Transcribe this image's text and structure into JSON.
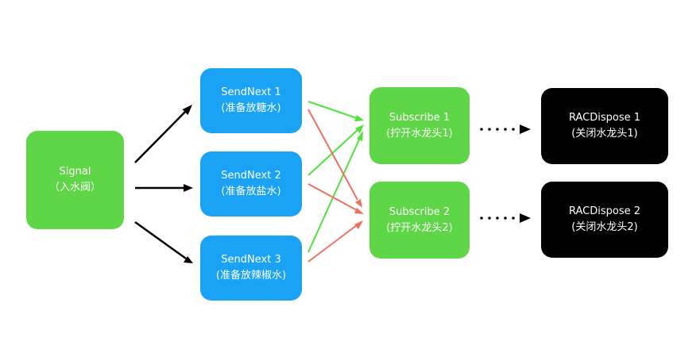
{
  "colors": {
    "source": "#5fd647",
    "sender": "#1aa3f5",
    "subscriber": "#5fd647",
    "dispose": "#000000",
    "arrow_black": "#000000",
    "arrow_green": "#4ee33b",
    "arrow_red": "#f0705e"
  },
  "nodes": {
    "signal": {
      "title": "Signal",
      "subtitle": "（入水阀）"
    },
    "sendnext1": {
      "title": "SendNext 1",
      "subtitle": "(准备放糖水)"
    },
    "sendnext2": {
      "title": "SendNext 2",
      "subtitle": "(准备放盐水)"
    },
    "sendnext3": {
      "title": "SendNext 3",
      "subtitle": "(准备放辣椒水)"
    },
    "subscribe1": {
      "title": "Subscribe 1",
      "subtitle": "(拧开水龙头1)"
    },
    "subscribe2": {
      "title": "Subscribe 2",
      "subtitle": "(拧开水龙头2)"
    },
    "dispose1": {
      "title": "RACDispose 1",
      "subtitle": "(关闭水龙头1)"
    },
    "dispose2": {
      "title": "RACDispose 2",
      "subtitle": "(关闭水龙头2)"
    }
  },
  "edges": [
    {
      "from": "signal",
      "to": "sendnext1",
      "color": "arrow_black",
      "style": "solid"
    },
    {
      "from": "signal",
      "to": "sendnext2",
      "color": "arrow_black",
      "style": "solid"
    },
    {
      "from": "signal",
      "to": "sendnext3",
      "color": "arrow_black",
      "style": "solid"
    },
    {
      "from": "sendnext1",
      "to": "subscribe1",
      "color": "arrow_green",
      "style": "solid"
    },
    {
      "from": "sendnext1",
      "to": "subscribe2",
      "color": "arrow_red",
      "style": "solid"
    },
    {
      "from": "sendnext2",
      "to": "subscribe1",
      "color": "arrow_green",
      "style": "solid"
    },
    {
      "from": "sendnext2",
      "to": "subscribe2",
      "color": "arrow_red",
      "style": "solid"
    },
    {
      "from": "sendnext3",
      "to": "subscribe1",
      "color": "arrow_green",
      "style": "solid"
    },
    {
      "from": "sendnext3",
      "to": "subscribe2",
      "color": "arrow_red",
      "style": "solid"
    },
    {
      "from": "subscribe1",
      "to": "dispose1",
      "color": "arrow_black",
      "style": "dotted"
    },
    {
      "from": "subscribe2",
      "to": "dispose2",
      "color": "arrow_black",
      "style": "dotted"
    }
  ]
}
